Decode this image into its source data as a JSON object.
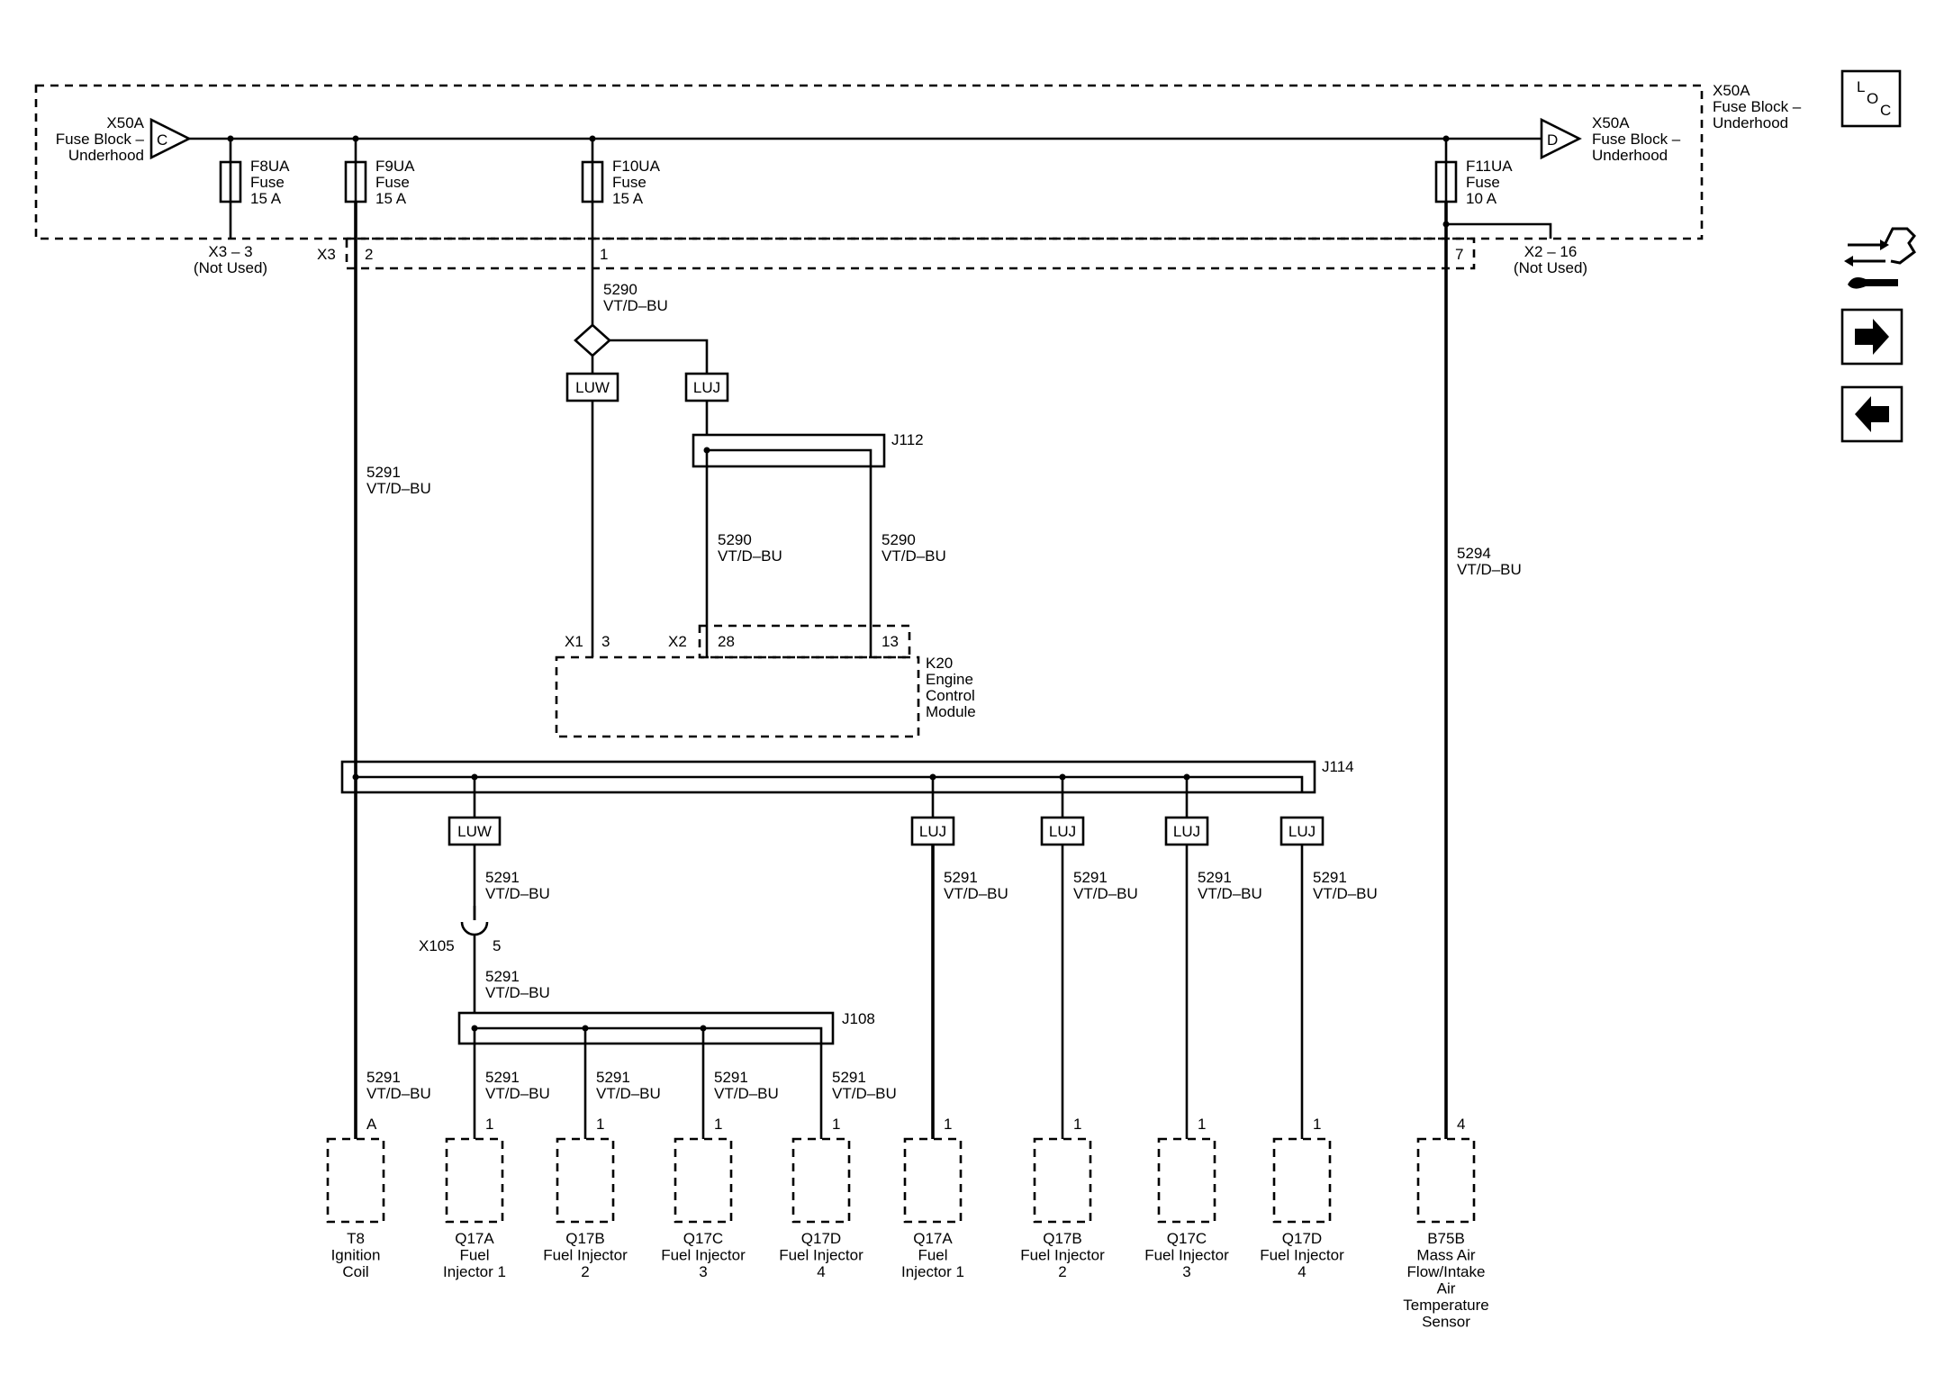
{
  "fuse_block": {
    "top_label": [
      "X50A",
      "Fuse Block –",
      "Underhood"
    ],
    "left_label": [
      "X50A",
      "Fuse Block –",
      "Underhood"
    ],
    "left_connector": "C",
    "right_label": [
      "X50A",
      "Fuse Block –",
      "Underhood"
    ],
    "right_connector": "D",
    "fuses": [
      {
        "name": "F8UA",
        "type": "Fuse",
        "rating": "15 A"
      },
      {
        "name": "F9UA",
        "type": "Fuse",
        "rating": "15 A"
      },
      {
        "name": "F10UA",
        "type": "Fuse",
        "rating": "15 A"
      },
      {
        "name": "F11UA",
        "type": "Fuse",
        "rating": "10 A"
      }
    ],
    "x3_3": [
      "X3 – 3",
      "(Not Used)"
    ],
    "x2_16": [
      "X2 – 16",
      "(Not Used)"
    ],
    "x3_label": "X3",
    "pins": {
      "f9": "2",
      "f10": "1",
      "f11": "7"
    }
  },
  "wires": {
    "w5290": [
      "5290",
      "VT/D–BU"
    ],
    "w5291": [
      "5291",
      "VT/D–BU"
    ],
    "w5294": [
      "5294",
      "VT/D–BU"
    ]
  },
  "options": {
    "luw": "LUW",
    "luj": "LUJ"
  },
  "splices": {
    "j112": "J112",
    "j114": "J114",
    "j108": "J108"
  },
  "ecm": {
    "labels": [
      "K20",
      "Engine",
      "Control",
      "Module"
    ],
    "x1": "X1",
    "x1_pin": "3",
    "x2": "X2",
    "x2_pin_a": "28",
    "x2_pin_b": "13"
  },
  "x105": {
    "name": "X105",
    "pin": "5"
  },
  "components": [
    {
      "pin": "A",
      "lines": [
        "T8",
        "Ignition",
        "Coil"
      ]
    },
    {
      "pin": "1",
      "lines": [
        "Q17A",
        "Fuel",
        "Injector 1"
      ]
    },
    {
      "pin": "1",
      "lines": [
        "Q17B",
        "Fuel Injector",
        "2"
      ]
    },
    {
      "pin": "1",
      "lines": [
        "Q17C",
        "Fuel Injector",
        "3"
      ]
    },
    {
      "pin": "1",
      "lines": [
        "Q17D",
        "Fuel Injector",
        "4"
      ]
    },
    {
      "pin": "1",
      "lines": [
        "Q17A",
        "Fuel",
        "Injector 1"
      ]
    },
    {
      "pin": "1",
      "lines": [
        "Q17B",
        "Fuel Injector",
        "2"
      ]
    },
    {
      "pin": "1",
      "lines": [
        "Q17C",
        "Fuel Injector",
        "3"
      ]
    },
    {
      "pin": "1",
      "lines": [
        "Q17D",
        "Fuel Injector",
        "4"
      ]
    },
    {
      "pin": "4",
      "lines": [
        "B75B",
        "Mass Air",
        "Flow/Intake",
        "Air",
        "Temperature",
        "Sensor"
      ]
    }
  ],
  "nav": {
    "loc": [
      "L",
      "O",
      "C"
    ],
    "icons": [
      "connector-pinout-icon",
      "next-arrow-icon",
      "previous-arrow-icon"
    ]
  }
}
